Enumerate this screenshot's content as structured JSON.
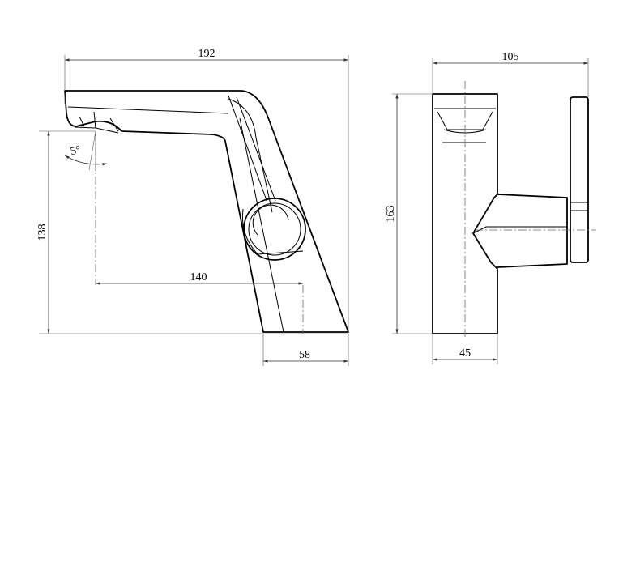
{
  "dimensions": {
    "side_overall_width": "192",
    "side_height": "138",
    "side_reach": "140",
    "side_base_depth": "58",
    "spout_angle": "5°",
    "front_overall_width": "105",
    "front_height": "163",
    "front_base_width": "45"
  },
  "colors": {
    "line": "#000000",
    "dimension": "#333333",
    "background": "#ffffff"
  }
}
